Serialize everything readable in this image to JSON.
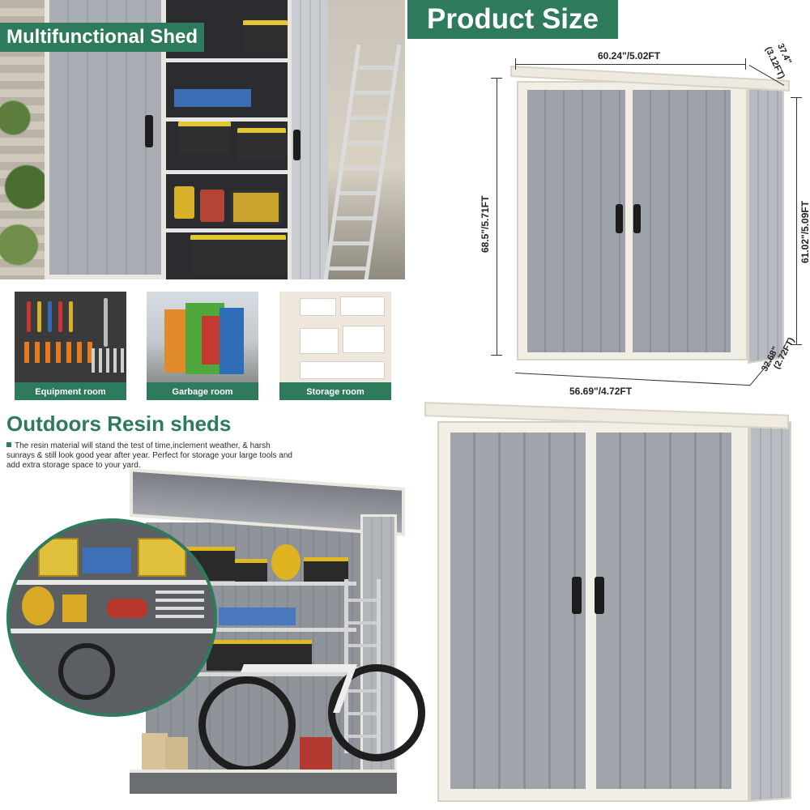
{
  "banners": {
    "multifunctional": "Multifunctional Shed",
    "product_size": "Product Size"
  },
  "rooms": [
    {
      "label": "Equipment room"
    },
    {
      "label": "Garbage room"
    },
    {
      "label": "Storage room"
    }
  ],
  "outdoors": {
    "title": "Outdoors Resin sheds",
    "description": "The resin material will stand the test of time,inclement weather, & harsh sunrays & still look good year after year. Perfect for storage your large tools and add extra storage space to your yard."
  },
  "dimensions": {
    "top_width": "60.24\"/5.02FT",
    "top_depth": "37.4\"",
    "top_depth_ft": "(3.12FT)",
    "front_height": "68.5\"/5.71FT",
    "back_height": "61.02\"/5.09FT",
    "bottom_width": "56.69\"/4.72FT",
    "bottom_depth": "32.68\"",
    "bottom_depth_ft": "(2.72FT)"
  },
  "colors": {
    "brand_green": "#2e7a5c",
    "shed_gray": "#9da2aa",
    "trim_white": "#f1eee6"
  }
}
